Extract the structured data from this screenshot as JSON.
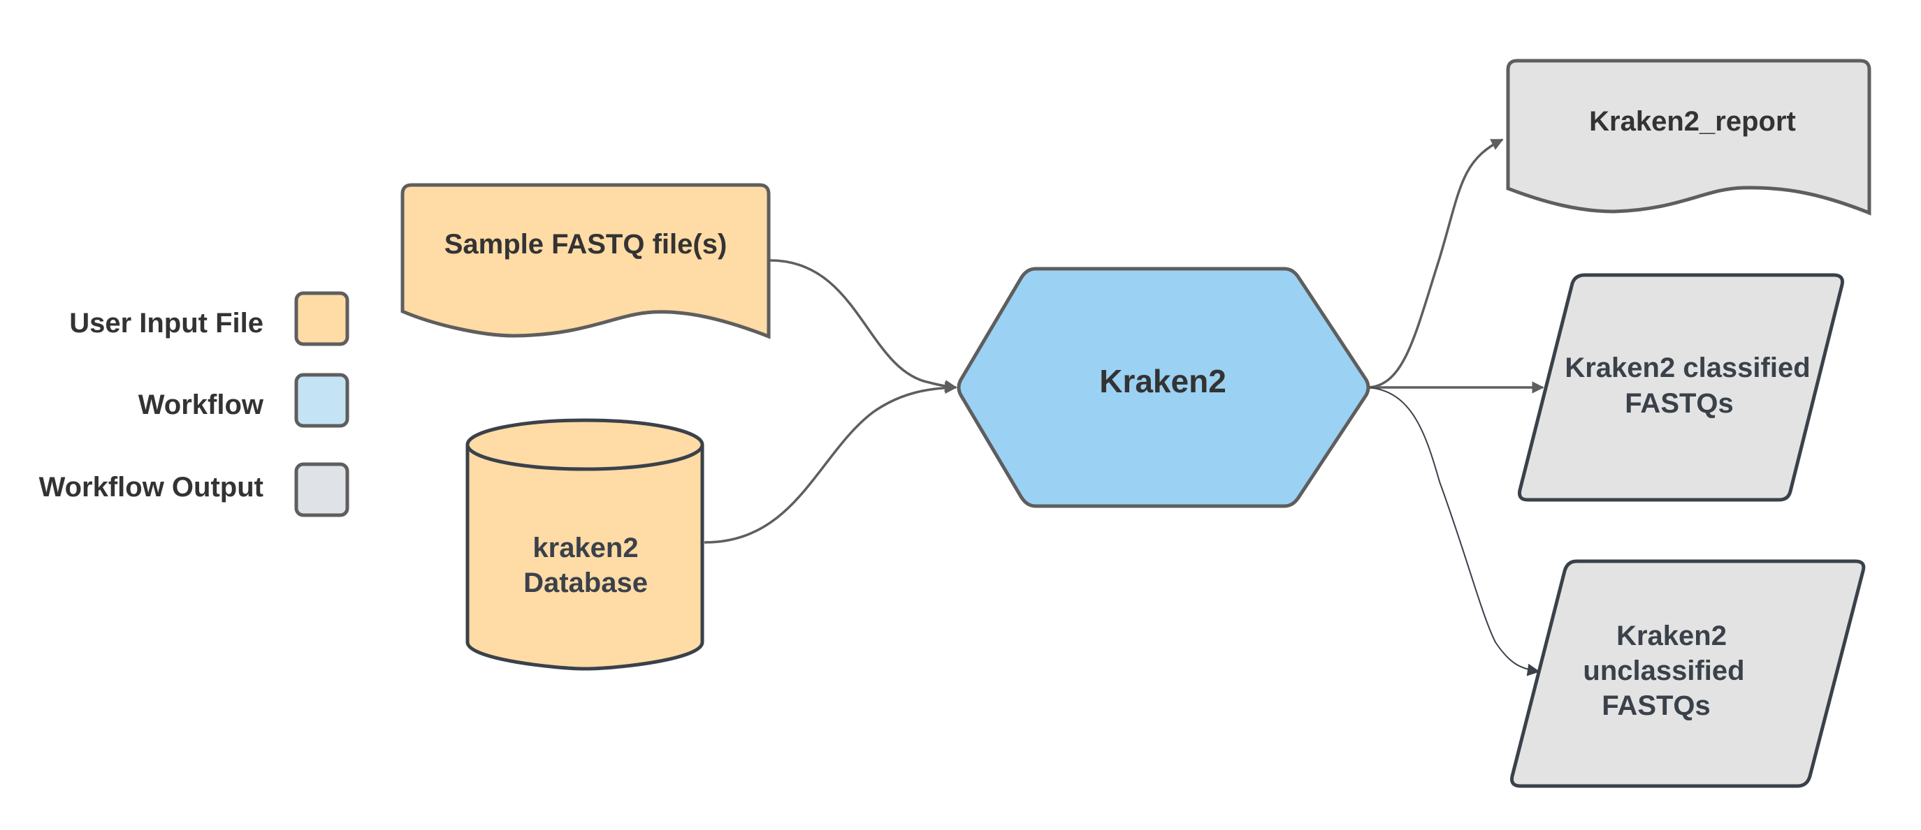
{
  "colors": {
    "user_input": "#FFDBA6",
    "workflow": "#9BD1F2",
    "workflow_legend": "#C4E4F6",
    "workflow_output": "#E3E3E3",
    "workflow_output_legend": "#DFE2E6",
    "stroke": "#5E5E5E",
    "stroke_slate": "#3A414A",
    "text": "#333333"
  },
  "legend": {
    "items": [
      {
        "label": "User Input File",
        "category": "user_input"
      },
      {
        "label": "Workflow",
        "category": "workflow"
      },
      {
        "label": "Workflow Output",
        "category": "workflow_output"
      }
    ]
  },
  "nodes": {
    "fastq": {
      "lines": [
        "Sample FASTQ file(s)"
      ],
      "shape": "document",
      "category": "user_input"
    },
    "database": {
      "lines": [
        "kraken2",
        "Database"
      ],
      "shape": "cylinder",
      "category": "user_input"
    },
    "kraken2": {
      "lines": [
        "Kraken2"
      ],
      "shape": "hexagon",
      "category": "workflow"
    },
    "report": {
      "lines": [
        "Kraken2_report"
      ],
      "shape": "document",
      "category": "workflow_output"
    },
    "classified": {
      "lines": [
        "Kraken2 classified",
        "FASTQs"
      ],
      "shape": "parallelogram",
      "category": "workflow_output"
    },
    "unclassified": {
      "lines": [
        "Kraken2",
        "unclassified",
        "FASTQs"
      ],
      "shape": "parallelogram",
      "category": "workflow_output"
    }
  },
  "edges": [
    {
      "from": "fastq",
      "to": "kraken2"
    },
    {
      "from": "database",
      "to": "kraken2"
    },
    {
      "from": "kraken2",
      "to": "report"
    },
    {
      "from": "kraken2",
      "to": "classified"
    },
    {
      "from": "kraken2",
      "to": "unclassified"
    }
  ]
}
